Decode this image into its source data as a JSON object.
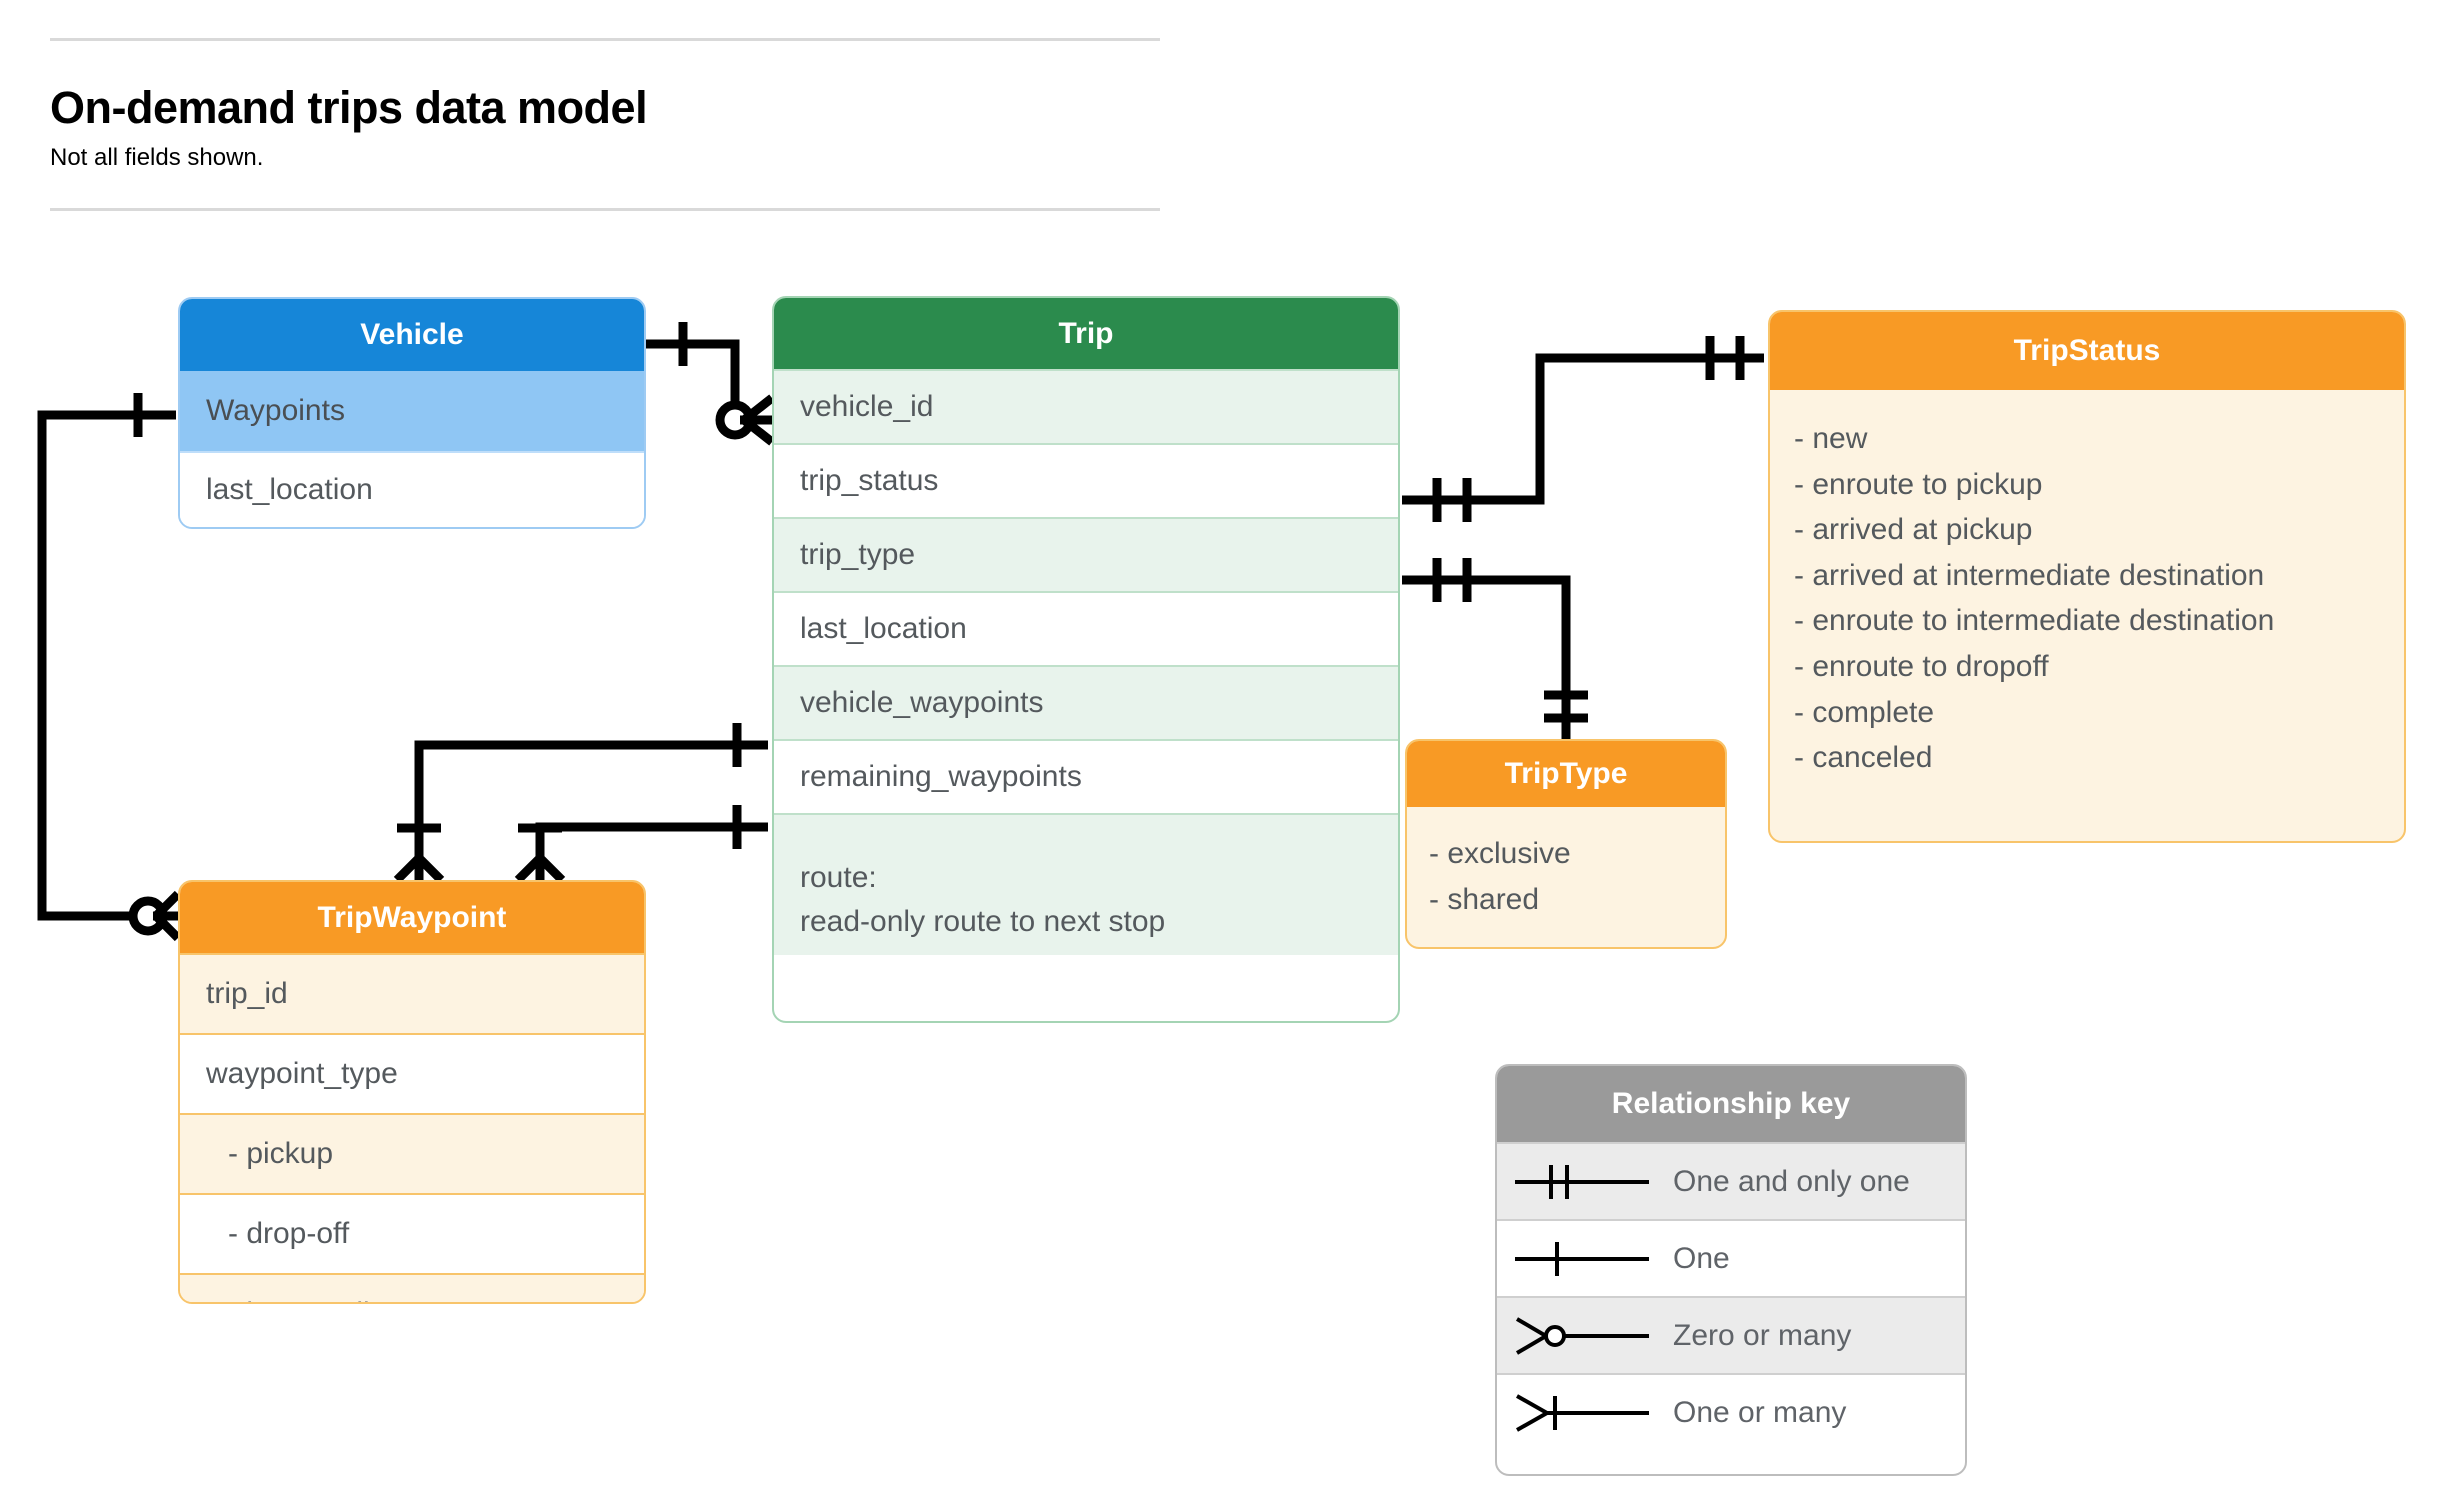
{
  "header": {
    "title": "On-demand trips data model",
    "subtitle": "Not all fields shown."
  },
  "entities": {
    "vehicle": {
      "name": "Vehicle",
      "header_color": "#1686d8",
      "fields": [
        {
          "label": "Waypoints"
        },
        {
          "label": "last_location"
        }
      ]
    },
    "trip": {
      "name": "Trip",
      "header_color": "#2b8b4d",
      "fields": [
        {
          "label": "vehicle_id"
        },
        {
          "label": "trip_status"
        },
        {
          "label": "trip_type"
        },
        {
          "label": "last_location"
        },
        {
          "label": "vehicle_waypoints"
        },
        {
          "label": "remaining_waypoints"
        }
      ],
      "route_label": "route:",
      "route_description": "read-only route to next stop"
    },
    "trip_waypoint": {
      "name": "TripWaypoint",
      "header_color": "#f89a25",
      "fields": [
        {
          "label": "trip_id"
        },
        {
          "label": "waypoint_type"
        },
        {
          "label": "-  pickup"
        },
        {
          "label": "-  drop-off"
        },
        {
          "label": "-  intermediate"
        }
      ]
    },
    "trip_type": {
      "name": "TripType",
      "header_color": "#f89a25",
      "values": [
        "- exclusive",
        "- shared"
      ]
    },
    "trip_status": {
      "name": "TripStatus",
      "header_color": "#f89a25",
      "values": [
        "- new",
        "- enroute to pickup",
        "- arrived at pickup",
        "- arrived at intermediate destination",
        "- enroute to intermediate destination",
        "- enroute to dropoff",
        "- complete",
        "- canceled"
      ]
    }
  },
  "relationship_key": {
    "title": "Relationship key",
    "rows": [
      {
        "label": "One and only one",
        "glyph": "one-and-only-one-icon"
      },
      {
        "label": "One",
        "glyph": "one-icon"
      },
      {
        "label": "Zero or many",
        "glyph": "zero-or-many-icon"
      },
      {
        "label": "One or many",
        "glyph": "one-or-many-icon"
      }
    ]
  },
  "relationships": [
    {
      "from": "Vehicle",
      "to": "Trip.vehicle_id",
      "from_cardinality": "One",
      "to_cardinality": "Zero or many"
    },
    {
      "from": "Vehicle.Waypoints",
      "to": "TripWaypoint",
      "from_cardinality": "One",
      "to_cardinality": "Zero or many"
    },
    {
      "from": "Trip.trip_status",
      "to": "TripStatus",
      "from_cardinality": "One and only one",
      "to_cardinality": "One and only one"
    },
    {
      "from": "Trip.trip_type",
      "to": "TripType",
      "from_cardinality": "One and only one",
      "to_cardinality": "One and only one"
    },
    {
      "from": "Trip.vehicle_waypoints",
      "to": "TripWaypoint",
      "from_cardinality": "One",
      "to_cardinality": "One or many"
    },
    {
      "from": "Trip.remaining_waypoints",
      "to": "TripWaypoint",
      "from_cardinality": "One",
      "to_cardinality": "One or many"
    }
  ]
}
